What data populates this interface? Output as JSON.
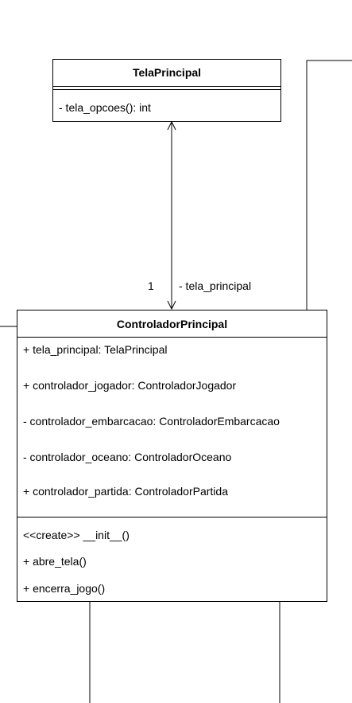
{
  "tela_principal_class": {
    "name": "TelaPrincipal",
    "attributes": [],
    "methods": [
      "- tela_opcoes(): int"
    ]
  },
  "association": {
    "multiplicity": "1",
    "role": "- tela_principal"
  },
  "controlador_principal_class": {
    "name": "ControladorPrincipal",
    "attributes": [
      "+ tela_principal: TelaPrincipal",
      "+ controlador_jogador: ControladorJogador",
      "- controlador_embarcacao: ControladorEmbarcacao",
      "- controlador_oceano: ControladorOceano",
      "+ controlador_partida: ControladorPartida"
    ],
    "methods": [
      "<<create>> __init__()",
      "+ abre_tela()",
      "+ encerra_jogo()"
    ]
  }
}
